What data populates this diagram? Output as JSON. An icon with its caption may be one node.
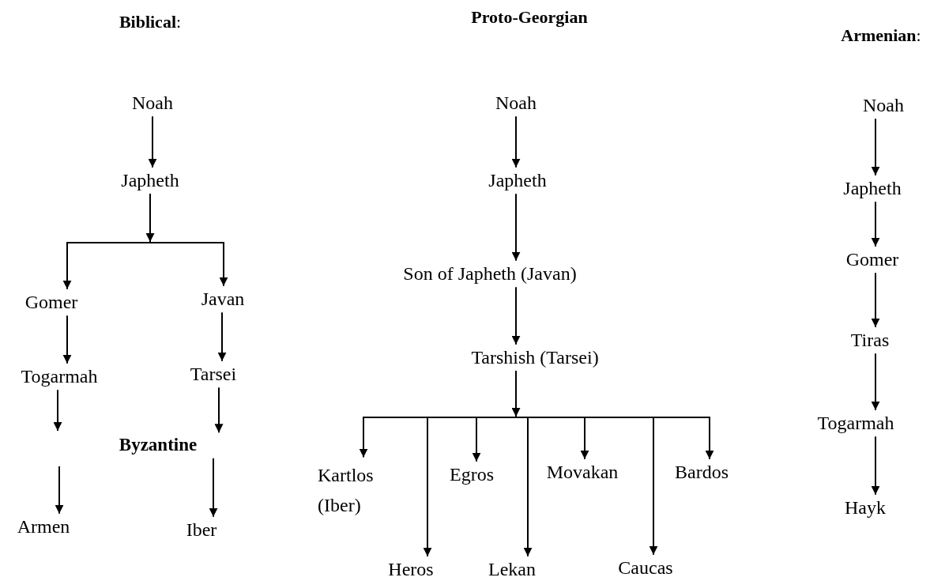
{
  "diagram": {
    "nodes": [
      {
        "text": [
          "Noah"
        ]
      },
      {
        "text": [
          "Japheth"
        ]
      },
      {
        "text": [
          "Gomer"
        ]
      },
      {
        "text": [
          "Javan"
        ]
      },
      {
        "text": [
          "Togarmah"
        ]
      },
      {
        "text": [
          "Tarsei"
        ]
      },
      {
        "text": [
          "Byzantine"
        ]
      },
      {
        "text": [
          "Armen"
        ]
      },
      {
        "text": [
          "Iber"
        ]
      },
      {
        "text": [
          "Noah"
        ]
      },
      {
        "text": [
          "Japheth"
        ]
      },
      {
        "text": [
          "Son of Japheth (Javan)"
        ]
      },
      {
        "text": [
          "Tarshish (Tarsei)"
        ]
      },
      {
        "text": [
          "Kartlos (Iber)"
        ]
      },
      {
        "text": [
          "Heros"
        ]
      },
      {
        "text": [
          "Egros"
        ]
      },
      {
        "text": [
          "Lekan"
        ]
      },
      {
        "text": [
          "Movakan"
        ]
      },
      {
        "text": [
          "Caucas"
        ]
      },
      {
        "text": [
          "Bardos"
        ]
      },
      {
        "text": [
          "Noah"
        ]
      },
      {
        "text": [
          "Japheth"
        ]
      },
      {
        "text": [
          "Gomer"
        ]
      },
      {
        "text": [
          "Tiras"
        ]
      },
      {
        "text": [
          "Togarmah"
        ]
      },
      {
        "text": [
          "Hayk"
        ]
      }
    ],
    "edges": [
      {
        "from": 0,
        "to": 1,
        "arrow": "to"
      },
      {
        "from": 1,
        "to": 2,
        "arrow": "to"
      },
      {
        "from": 1,
        "to": 3,
        "arrow": "to"
      },
      {
        "from": 2,
        "to": 4,
        "arrow": "to"
      },
      {
        "from": 4,
        "to": null,
        "arrow": "to"
      },
      {
        "from": null,
        "to": 7,
        "arrow": "to"
      },
      {
        "from": 3,
        "to": 5,
        "arrow": "to"
      },
      {
        "from": 5,
        "to": 6,
        "arrow": "to"
      },
      {
        "from": 6,
        "to": 8,
        "arrow": "to"
      },
      {
        "from": 9,
        "to": 10,
        "arrow": "to"
      },
      {
        "from": 10,
        "to": 11,
        "arrow": "to"
      },
      {
        "from": 11,
        "to": 12,
        "arrow": "to"
      },
      {
        "from": 12,
        "to": 13,
        "arrow": "to"
      },
      {
        "from": 12,
        "to": 14,
        "arrow": "to"
      },
      {
        "from": 12,
        "to": 15,
        "arrow": "to"
      },
      {
        "from": 12,
        "to": 16,
        "arrow": "to"
      },
      {
        "from": 12,
        "to": 17,
        "arrow": "to"
      },
      {
        "from": 12,
        "to": 18,
        "arrow": "to"
      },
      {
        "from": 12,
        "to": 19,
        "arrow": "to"
      },
      {
        "from": 20,
        "to": 21,
        "arrow": "to"
      },
      {
        "from": 21,
        "to": 22,
        "arrow": "to"
      },
      {
        "from": 22,
        "to": 23,
        "arrow": "to"
      },
      {
        "from": 23,
        "to": 24,
        "arrow": "to"
      },
      {
        "from": 24,
        "to": 25,
        "arrow": "to"
      }
    ],
    "labels": [
      "**Biblical**:",
      "Proto-Georgian",
      "**Armenian**:"
    ]
  }
}
